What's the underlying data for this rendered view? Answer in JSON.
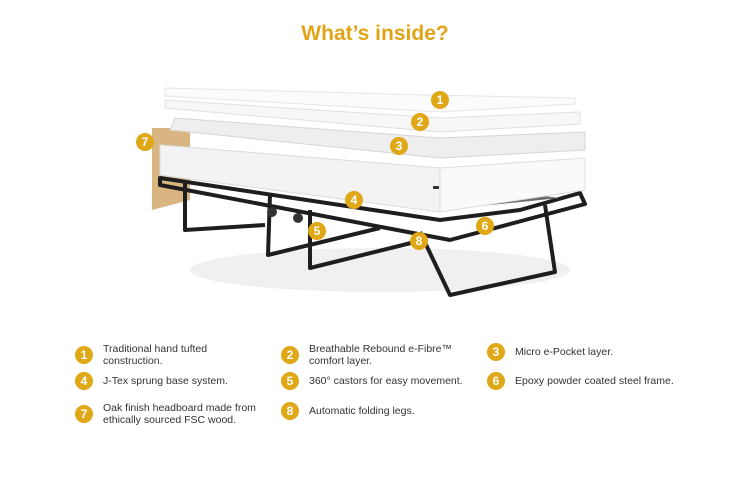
{
  "title": "What’s inside?",
  "accent_color": "#e0a817",
  "features": [
    {
      "number": "1",
      "text": "Traditional hand tufted construction."
    },
    {
      "number": "2",
      "text": "Breathable Rebound e-Fibre™ comfort layer."
    },
    {
      "number": "3",
      "text": "Micro e-Pocket layer."
    },
    {
      "number": "4",
      "text": "J-Tex sprung base system."
    },
    {
      "number": "5",
      "text": "360° castors for easy movement."
    },
    {
      "number": "6",
      "text": "Epoxy powder coated steel frame."
    },
    {
      "number": "7",
      "text": "Oak finish headboard made from ethically sourced FSC wood."
    },
    {
      "number": "8",
      "text": "Automatic folding legs."
    }
  ]
}
